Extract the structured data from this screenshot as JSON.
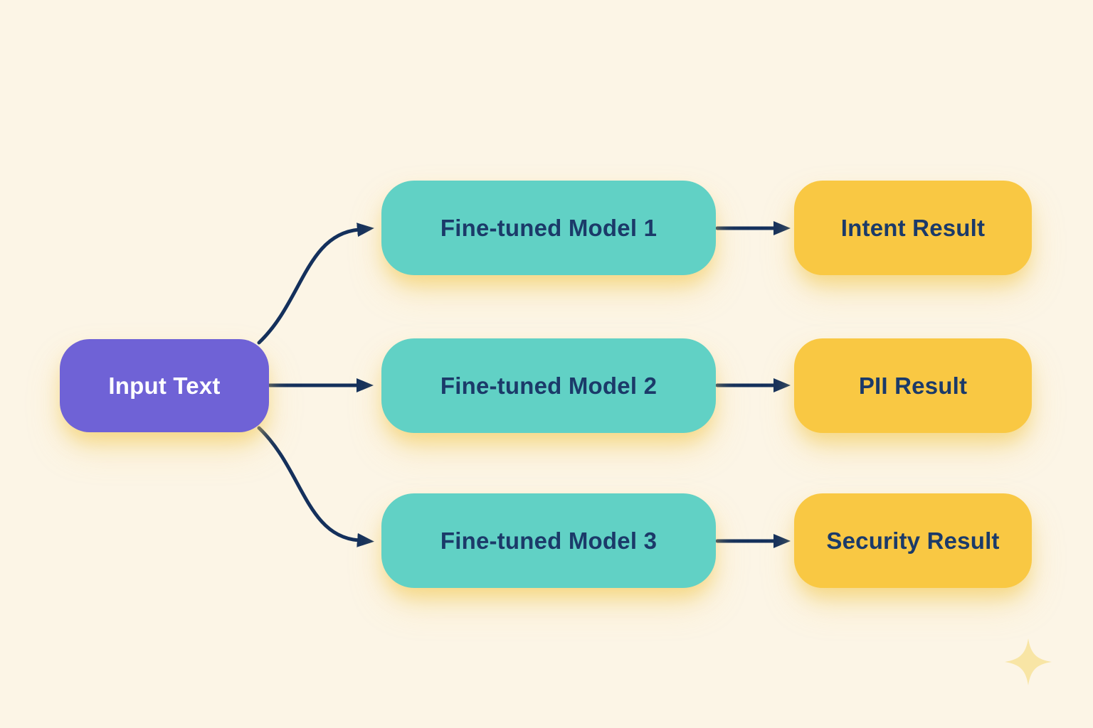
{
  "diagram": {
    "description": "Flow diagram: one input fans out to three fine-tuned models, each producing a result",
    "colors": {
      "background": "#FCF5E6",
      "input_node_fill": "#6F62D6",
      "model_node_fill": "#61D1C5",
      "result_node_fill": "#F9C843",
      "arrow": "#14305C",
      "node_text_dark": "#1B3A69",
      "node_text_light": "#FFFFFF",
      "glow_shadow": "#F4CD60",
      "sparkle": "#F8E5A5"
    },
    "input_node": {
      "label": "Input Text"
    },
    "model_nodes": [
      {
        "label": "Fine-tuned Model 1"
      },
      {
        "label": "Fine-tuned Model 2"
      },
      {
        "label": "Fine-tuned Model 3"
      }
    ],
    "result_nodes": [
      {
        "label": "Intent Result"
      },
      {
        "label": "PII Result"
      },
      {
        "label": "Security Result"
      }
    ],
    "edges": [
      "input-to-model-1",
      "input-to-model-2",
      "input-to-model-3",
      "model-1-to-intent-result",
      "model-2-to-pii-result",
      "model-3-to-security-result"
    ],
    "sparkle_icon": "four-point-star"
  }
}
